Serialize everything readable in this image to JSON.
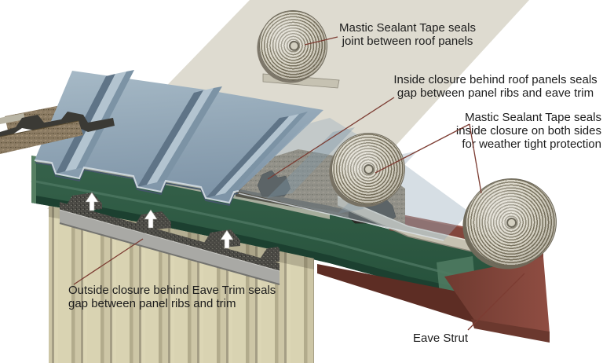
{
  "diagram": {
    "annotations": {
      "tape_joint": {
        "line1": "Mastic Sealant Tape seals",
        "line2": "joint between roof panels"
      },
      "inside_closure": {
        "line1": "Inside closure behind roof panels seals",
        "line2": "gap between panel ribs and eave trim"
      },
      "tape_inside_closure": {
        "line1": "Mastic Sealant Tape seals",
        "line2": "inside closure on both sides",
        "line3": "for weather tight protection"
      },
      "outside_closure": {
        "line1": "Outside closure behind Eave Trim seals",
        "line2": "gap between panel ribs and trim"
      },
      "eave_strut_label": "Eave Strut"
    },
    "colors": {
      "background": "#ffffff",
      "backdrop_band": "#dedbd0",
      "roof_panel": "#8ca2b3",
      "roof_panel_highlight": "#b3c4d0",
      "roof_panel_shadow": "#5f7487",
      "eave_trim_green": "#2b523e",
      "eave_strut_maroon": "#7c4137",
      "wall_panel_cream": "#d8d2b0",
      "mastic_tape_brown": "#8b7b63",
      "sealant_roll_light": "#d7d3c5",
      "sealant_roll_dark": "#79735f",
      "closure_black": "#2e2d28",
      "leader_line": "#7c3c32",
      "text": "#1c1c1c"
    }
  }
}
